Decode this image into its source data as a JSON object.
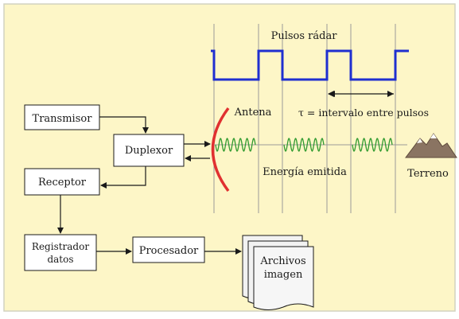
{
  "colors": {
    "background": "#fdf6c7",
    "frame": "#d2d2c0",
    "pulse": "#1f2fd0",
    "wave": "#2f9a2f",
    "antenna": "#e03030",
    "box_fill": "#ffffff",
    "line": "#1a1a1a",
    "guide": "#9a9a9a",
    "mountain": "#8a7462"
  },
  "labels": {
    "pulsos_radar": "Pulsos rádar",
    "antena": "Antena",
    "tau": "τ = intervalo entre pulsos",
    "energia": "Energía emitida",
    "terreno": "Terreno"
  },
  "blocks": {
    "transmisor": "Transmisor",
    "duplexor": "Duplexor",
    "receptor": "Receptor",
    "registrador_line1": "Registrador",
    "registrador_line2": "datos",
    "procesador": "Procesador",
    "archivos_line1": "Archivos",
    "archivos_line2": "imagen"
  }
}
